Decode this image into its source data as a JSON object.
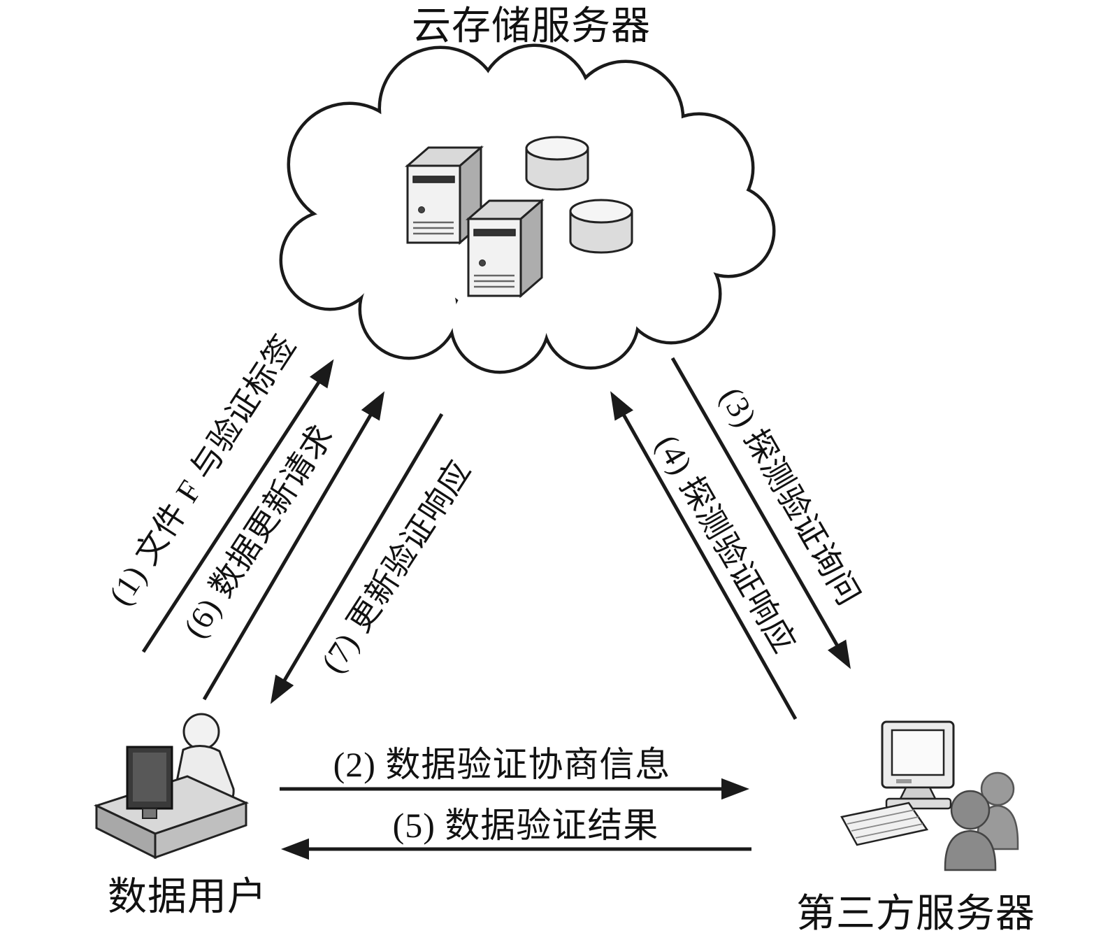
{
  "nodes": {
    "cloud": {
      "label": "云存储服务器"
    },
    "user": {
      "label": "数据用户"
    },
    "third_party": {
      "label": "第三方服务器"
    }
  },
  "edges": {
    "e1": {
      "label": "(1) 文件 F 与验证标签",
      "from": "user",
      "to": "cloud"
    },
    "e2": {
      "label": "(2) 数据验证协商信息",
      "from": "user",
      "to": "third_party"
    },
    "e3": {
      "label": "(3) 探测验证询问",
      "from": "cloud",
      "to": "third_party"
    },
    "e4": {
      "label": "(4) 探测验证响应",
      "from": "third_party",
      "to": "cloud"
    },
    "e5": {
      "label": "(5) 数据验证结果",
      "from": "third_party",
      "to": "user"
    },
    "e6": {
      "label": "(6) 数据更新请求",
      "from": "user",
      "to": "cloud"
    },
    "e7": {
      "label": "(7) 更新验证响应",
      "from": "cloud",
      "to": "user"
    }
  },
  "colors": {
    "ink": "#1a1a1a",
    "background": "#ffffff"
  }
}
